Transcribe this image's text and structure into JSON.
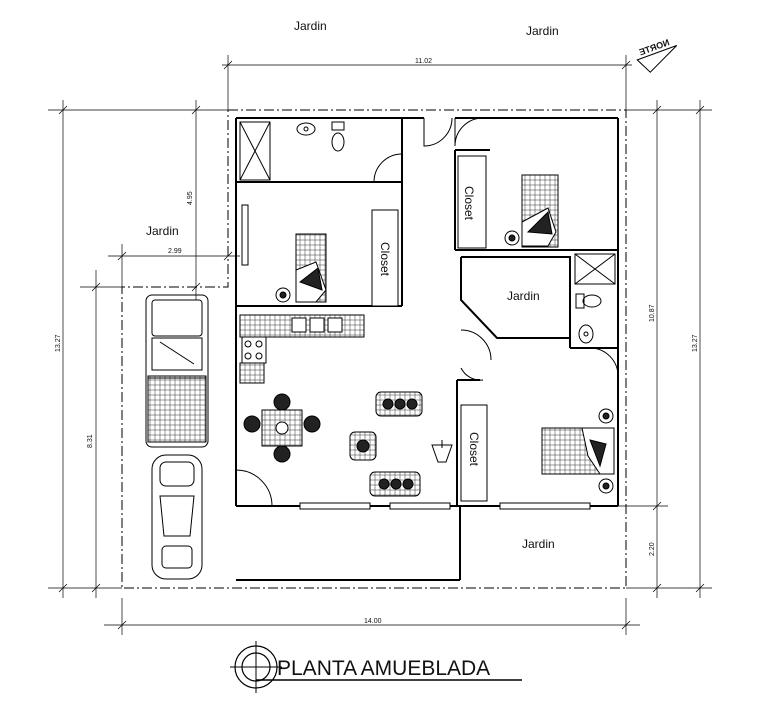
{
  "drawing": {
    "title": "PLANTA AMUEBLADA",
    "north_label": "NORTE",
    "rooms": {
      "jardin_top_left": "Jardin",
      "jardin_top_right": "Jardin",
      "jardin_left": "Jardin",
      "jardin_patio": "Jardin",
      "jardin_bottom_right": "Jardin",
      "closet_1": "Closet",
      "closet_2": "Closet",
      "closet_3": "Closet"
    },
    "dimensions": {
      "top_width": "11.02",
      "bottom_width": "14.00",
      "left_height": "13.27",
      "right_height": "13.27",
      "right_inner_height": "10.87",
      "right_lower_height": "2.20",
      "left_upper_height": "4.95",
      "left_offset": "2.99",
      "left_lower_height": "8.31"
    }
  }
}
